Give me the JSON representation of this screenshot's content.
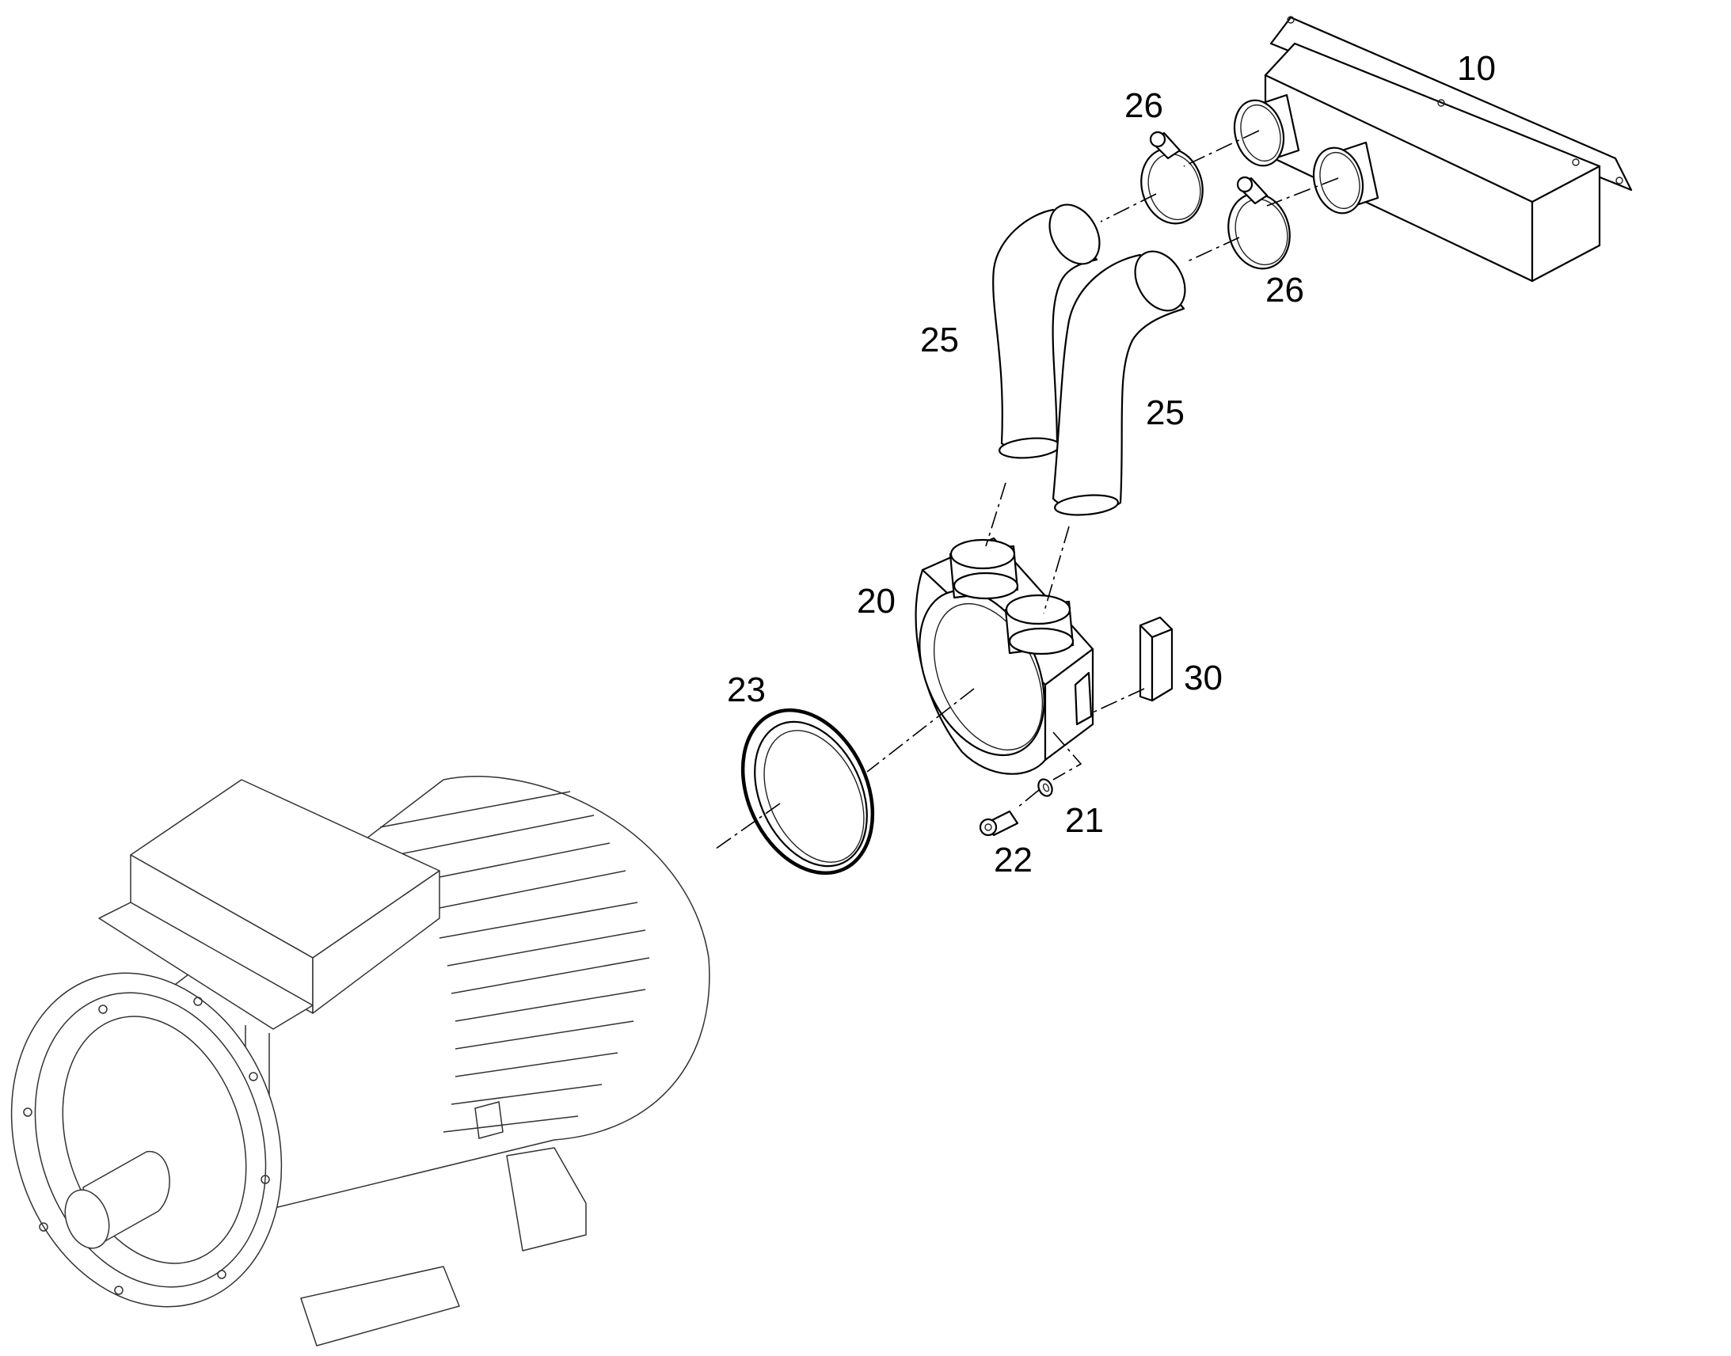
{
  "callouts": {
    "c10": "10",
    "c26a": "26",
    "c26b": "26",
    "c25a": "25",
    "c25b": "25",
    "c20": "20",
    "c23": "23",
    "c30": "30",
    "c21": "21",
    "c22": "22"
  },
  "parts": [
    {
      "number": "10",
      "icon": "manifold-box-icon"
    },
    {
      "number": "20",
      "icon": "adapter-housing-icon"
    },
    {
      "number": "21",
      "icon": "washer-icon"
    },
    {
      "number": "22",
      "icon": "cap-screw-icon"
    },
    {
      "number": "23",
      "icon": "gasket-ring-icon"
    },
    {
      "number": "25",
      "icon": "bent-hose-icon"
    },
    {
      "number": "26",
      "icon": "hose-clamp-icon"
    },
    {
      "number": "30",
      "icon": "bracket-bar-icon"
    }
  ],
  "colors": {
    "line": "#000000",
    "background": "#ffffff",
    "motor_line": "#333333"
  }
}
